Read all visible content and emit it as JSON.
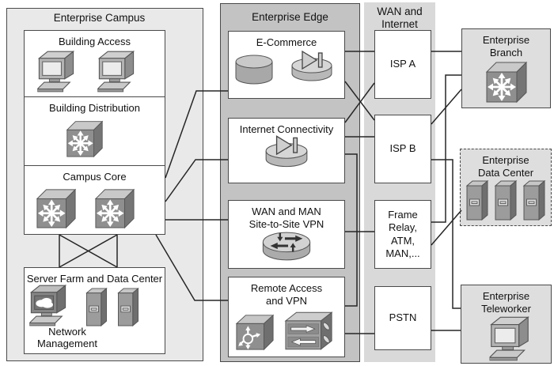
{
  "campus": {
    "title": "Enterprise Campus",
    "building_access": "Building Access",
    "building_distribution": "Building Distribution",
    "campus_core": "Campus Core",
    "server_farm": "Server Farm and Data Center",
    "network_management": "Network\nManagement"
  },
  "edge": {
    "title": "Enterprise Edge",
    "ecommerce": "E-Commerce",
    "internet_connectivity": "Internet Connectivity",
    "wan_man_vpn": "WAN and MAN\nSite-to-Site VPN",
    "remote_access": "Remote Access\nand VPN"
  },
  "wan_internet": {
    "title": "WAN and\nInternet",
    "isp_a": "ISP A",
    "isp_b": "ISP B",
    "frame_relay": "Frame\nRelay,\nATM,\nMAN,...",
    "pstn": "PSTN"
  },
  "remote_sites": {
    "branch": "Enterprise\nBranch",
    "data_center": "Enterprise\nData Center",
    "teleworker": "Enterprise\nTeleworker"
  },
  "colors": {
    "campus_fill": "#e9e9e9",
    "edge_fill": "#c3c3c3",
    "wan_fill": "#d9d9d9",
    "site_fill": "#dedede",
    "box_border": "#4a4a4a",
    "link_line": "#262626"
  }
}
